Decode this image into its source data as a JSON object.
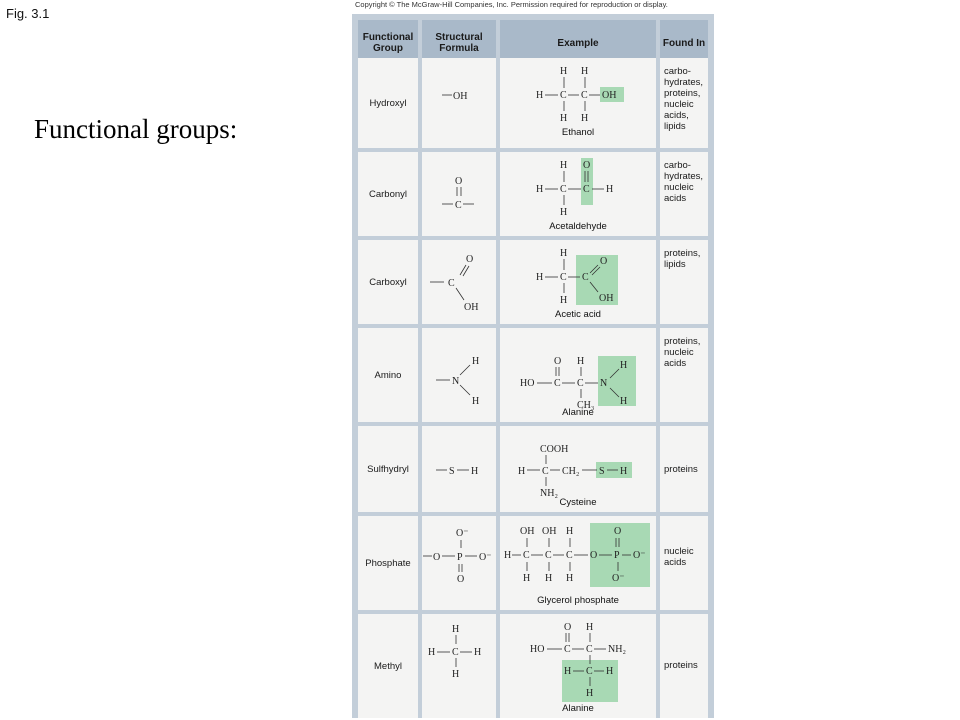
{
  "fig_label": "Fig. 3.1",
  "title": "Functional groups:",
  "copyright": "Copyright © The McGraw-Hill Companies, Inc. Permission required for reproduction or display.",
  "headers": {
    "group": "Functional Group",
    "formula": "Structural Formula",
    "example": "Example",
    "found": "Found In"
  },
  "rows": [
    {
      "group": "Hydroxyl",
      "example_name": "Ethanol",
      "found": "carbo-\nhydrates,\nproteins,\nnucleic\nacids,\nlipids"
    },
    {
      "group": "Carbonyl",
      "example_name": "Acetaldehyde",
      "found": "carbo-\nhydrates,\nnucleic\nacids"
    },
    {
      "group": "Carboxyl",
      "example_name": "Acetic acid",
      "found": "proteins,\nlipids"
    },
    {
      "group": "Amino",
      "example_name": "Alanine",
      "found": "proteins,\nnucleic\nacids"
    },
    {
      "group": "Sulfhydryl",
      "example_name": "Cysteine",
      "found": "proteins"
    },
    {
      "group": "Phosphate",
      "example_name": "Glycerol phosphate",
      "found": "nucleic\nacids"
    },
    {
      "group": "Methyl",
      "example_name": "Alanine",
      "found": "proteins"
    }
  ],
  "atoms": {
    "H": "H",
    "C": "C",
    "O": "O",
    "OH": "OH",
    "HO": "HO",
    "N": "N",
    "S": "S",
    "P": "P",
    "O_minus": "O⁻",
    "COOH": "COOH",
    "CH2": "CH₂",
    "CH3": "CH₃",
    "NH2": "NH₂"
  }
}
